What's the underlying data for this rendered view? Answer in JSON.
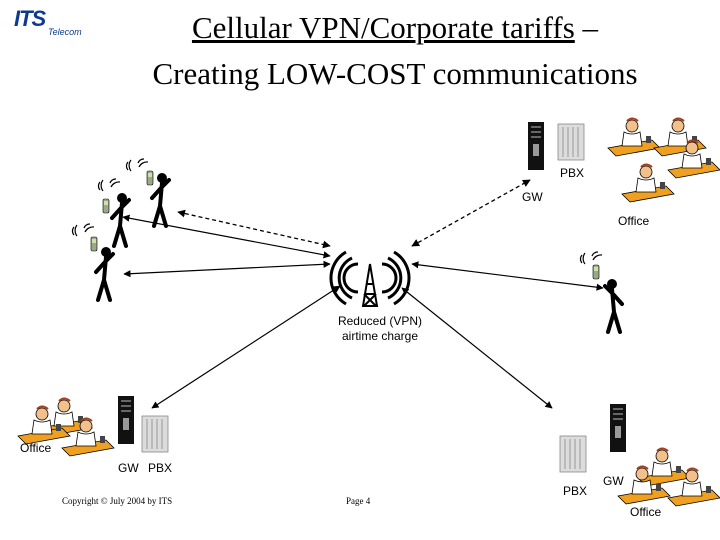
{
  "logo": {
    "brand": "ITS",
    "sub": "Telecom",
    "color": "#0b3a8f"
  },
  "title": {
    "line1_underlined": "Cellular VPN/Corporate tariffs",
    "line1_suffix": " –",
    "line2": "Creating LOW-COST communications"
  },
  "center_label": {
    "line1": "Reduced (VPN)",
    "line2": "airtime charge"
  },
  "top_right": {
    "pbx": "PBX",
    "gw": "GW",
    "office": "Office"
  },
  "bottom_left": {
    "office": "Office",
    "gw": "GW",
    "pbx": "PBX"
  },
  "bottom_right": {
    "pbx": "PBX",
    "gw": "GW",
    "office": "Office"
  },
  "footer": {
    "copyright": "Copyright © July 2004 by ITS",
    "page": "Page 4"
  },
  "icons": [
    "antenna-tower-icon",
    "mobile-user-icon",
    "server-tower-icon",
    "pbx-cabinet-icon",
    "office-worker-icon",
    "cell-phone-icon"
  ],
  "colors": {
    "line": "#000000",
    "desk": "#f0a020",
    "server": "#111111",
    "pbx": "#d8d8d8"
  }
}
